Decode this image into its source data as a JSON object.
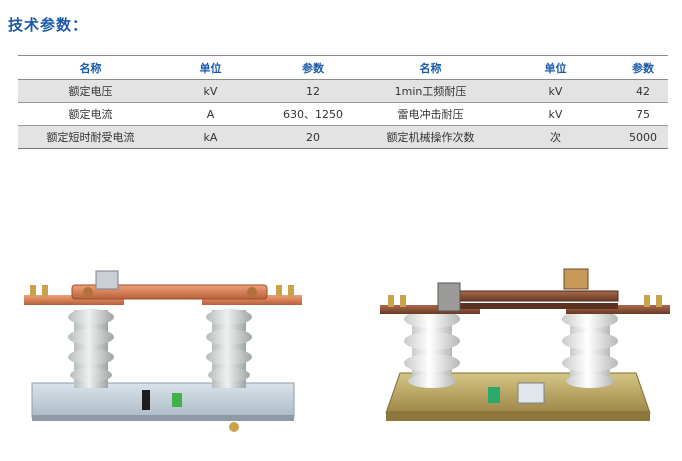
{
  "heading": "技术参数：",
  "table": {
    "headers": [
      "名称",
      "单位",
      "参数",
      "名称",
      "单位",
      "参数"
    ],
    "rows": [
      [
        "额定电压",
        "kV",
        "12",
        "1min工频耐压",
        "kV",
        "42"
      ],
      [
        "额定电流",
        "A",
        "630、1250",
        "雷电冲击耐压",
        "kV",
        "75"
      ],
      [
        "额定短时耐受电流",
        "kA",
        "20",
        "额定机械操作次数",
        "次",
        "5000"
      ]
    ]
  },
  "photos": [
    {
      "subject": "disconnect-switch-product-photo-left",
      "base_color": "#c9d4de",
      "insulator_color": "#dfe3e2",
      "contact_color": "#d9825b"
    },
    {
      "subject": "disconnect-switch-product-photo-right",
      "base_color": "#c2ad6a",
      "insulator_color": "#f3f3f1",
      "contact_color": "#8a5238"
    }
  ]
}
